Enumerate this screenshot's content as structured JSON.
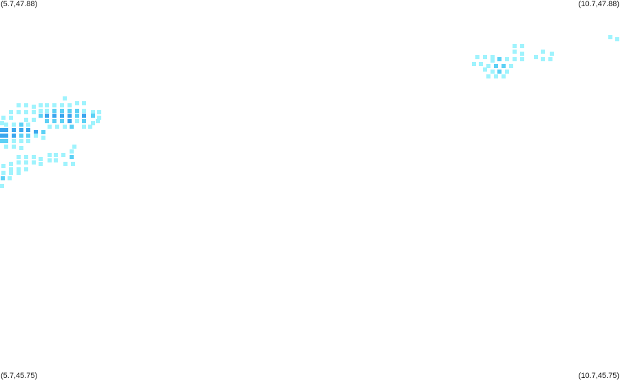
{
  "corner_labels": {
    "top_left": "(5.7,47.88)",
    "top_right": "(10.7,47.88)",
    "bottom_left": "(5.7,45.75)",
    "bottom_right": "(10.7,45.75)"
  },
  "colors": {
    "low": "#9ff3fd",
    "mid": "#5cd0f5",
    "high": "#3aa6ee"
  },
  "chart_data": {
    "type": "heatmap",
    "xlim": [
      5.7,
      10.7
    ],
    "ylim": [
      45.75,
      47.88
    ],
    "intensity_levels": [
      "low",
      "mid",
      "high"
    ],
    "points": [
      {
        "lon": 5.85,
        "lat": 47.29,
        "level": "low"
      },
      {
        "lon": 5.91,
        "lat": 47.29,
        "level": "low"
      },
      {
        "lon": 5.97,
        "lat": 47.28,
        "level": "low"
      },
      {
        "lon": 5.79,
        "lat": 47.25,
        "level": "low"
      },
      {
        "lon": 5.85,
        "lat": 47.25,
        "level": "low"
      },
      {
        "lon": 5.91,
        "lat": 47.25,
        "level": "low"
      },
      {
        "lon": 5.97,
        "lat": 47.25,
        "level": "low"
      },
      {
        "lon": 5.73,
        "lat": 47.22,
        "level": "low"
      },
      {
        "lon": 5.79,
        "lat": 47.22,
        "level": "low"
      },
      {
        "lon": 5.91,
        "lat": 47.21,
        "level": "low"
      },
      {
        "lon": 5.97,
        "lat": 47.21,
        "level": "low"
      },
      {
        "lon": 5.7,
        "lat": 47.19,
        "level": "low"
      },
      {
        "lon": 5.75,
        "lat": 47.18,
        "level": "low"
      },
      {
        "lon": 5.81,
        "lat": 47.18,
        "level": "low"
      },
      {
        "lon": 5.87,
        "lat": 47.18,
        "level": "mid"
      },
      {
        "lon": 5.93,
        "lat": 47.18,
        "level": "low"
      },
      {
        "lon": 5.7,
        "lat": 47.15,
        "level": "high"
      },
      {
        "lon": 5.75,
        "lat": 47.15,
        "level": "high"
      },
      {
        "lon": 5.81,
        "lat": 47.15,
        "level": "high"
      },
      {
        "lon": 5.87,
        "lat": 47.15,
        "level": "high"
      },
      {
        "lon": 5.93,
        "lat": 47.15,
        "level": "high"
      },
      {
        "lon": 5.99,
        "lat": 47.14,
        "level": "high"
      },
      {
        "lon": 6.05,
        "lat": 47.14,
        "level": "mid"
      },
      {
        "lon": 5.7,
        "lat": 47.12,
        "level": "high"
      },
      {
        "lon": 5.75,
        "lat": 47.12,
        "level": "high"
      },
      {
        "lon": 5.81,
        "lat": 47.12,
        "level": "high"
      },
      {
        "lon": 5.87,
        "lat": 47.12,
        "level": "mid"
      },
      {
        "lon": 5.93,
        "lat": 47.12,
        "level": "mid"
      },
      {
        "lon": 5.99,
        "lat": 47.12,
        "level": "low"
      },
      {
        "lon": 6.05,
        "lat": 47.11,
        "level": "low"
      },
      {
        "lon": 5.7,
        "lat": 47.09,
        "level": "mid"
      },
      {
        "lon": 5.75,
        "lat": 47.09,
        "level": "mid"
      },
      {
        "lon": 5.81,
        "lat": 47.09,
        "level": "low"
      },
      {
        "lon": 5.87,
        "lat": 47.09,
        "level": "low"
      },
      {
        "lon": 5.93,
        "lat": 47.09,
        "level": "low"
      },
      {
        "lon": 5.75,
        "lat": 47.06,
        "level": "low"
      },
      {
        "lon": 5.81,
        "lat": 47.06,
        "level": "low"
      },
      {
        "lon": 5.87,
        "lat": 47.05,
        "level": "low"
      },
      {
        "lon": 6.03,
        "lat": 47.29,
        "level": "low"
      },
      {
        "lon": 6.08,
        "lat": 47.29,
        "level": "low"
      },
      {
        "lon": 6.14,
        "lat": 47.29,
        "level": "low"
      },
      {
        "lon": 6.2,
        "lat": 47.29,
        "level": "low"
      },
      {
        "lon": 6.26,
        "lat": 47.29,
        "level": "low"
      },
      {
        "lon": 6.03,
        "lat": 47.26,
        "level": "low"
      },
      {
        "lon": 6.08,
        "lat": 47.26,
        "level": "low"
      },
      {
        "lon": 6.14,
        "lat": 47.26,
        "level": "mid"
      },
      {
        "lon": 6.2,
        "lat": 47.26,
        "level": "mid"
      },
      {
        "lon": 6.26,
        "lat": 47.26,
        "level": "mid"
      },
      {
        "lon": 6.03,
        "lat": 47.23,
        "level": "mid"
      },
      {
        "lon": 6.08,
        "lat": 47.23,
        "level": "high"
      },
      {
        "lon": 6.14,
        "lat": 47.23,
        "level": "high"
      },
      {
        "lon": 6.2,
        "lat": 47.23,
        "level": "high"
      },
      {
        "lon": 6.26,
        "lat": 47.23,
        "level": "high"
      },
      {
        "lon": 6.08,
        "lat": 47.2,
        "level": "mid"
      },
      {
        "lon": 6.14,
        "lat": 47.2,
        "level": "mid"
      },
      {
        "lon": 6.2,
        "lat": 47.2,
        "level": "mid"
      },
      {
        "lon": 6.26,
        "lat": 47.2,
        "level": "high"
      },
      {
        "lon": 6.1,
        "lat": 47.17,
        "level": "low"
      },
      {
        "lon": 6.16,
        "lat": 47.17,
        "level": "low"
      },
      {
        "lon": 6.22,
        "lat": 47.17,
        "level": "low"
      },
      {
        "lon": 6.28,
        "lat": 47.17,
        "level": "mid"
      },
      {
        "lon": 6.32,
        "lat": 47.3,
        "level": "low"
      },
      {
        "lon": 6.38,
        "lat": 47.3,
        "level": "low"
      },
      {
        "lon": 6.32,
        "lat": 47.26,
        "level": "mid"
      },
      {
        "lon": 6.38,
        "lat": 47.26,
        "level": "low"
      },
      {
        "lon": 6.45,
        "lat": 47.25,
        "level": "low"
      },
      {
        "lon": 6.5,
        "lat": 47.25,
        "level": "low"
      },
      {
        "lon": 6.32,
        "lat": 47.23,
        "level": "mid"
      },
      {
        "lon": 6.38,
        "lat": 47.23,
        "level": "high"
      },
      {
        "lon": 6.45,
        "lat": 47.23,
        "level": "mid"
      },
      {
        "lon": 6.5,
        "lat": 47.22,
        "level": "low"
      },
      {
        "lon": 6.32,
        "lat": 47.2,
        "level": "low"
      },
      {
        "lon": 6.38,
        "lat": 47.2,
        "level": "mid"
      },
      {
        "lon": 6.45,
        "lat": 47.19,
        "level": "low"
      },
      {
        "lon": 6.38,
        "lat": 47.17,
        "level": "low"
      },
      {
        "lon": 6.43,
        "lat": 47.17,
        "level": "low"
      },
      {
        "lon": 6.49,
        "lat": 47.2,
        "level": "low"
      },
      {
        "lon": 6.22,
        "lat": 47.33,
        "level": "low"
      },
      {
        "lon": 5.85,
        "lat": 47.0,
        "level": "low"
      },
      {
        "lon": 5.91,
        "lat": 47.0,
        "level": "low"
      },
      {
        "lon": 5.97,
        "lat": 47.0,
        "level": "low"
      },
      {
        "lon": 6.03,
        "lat": 46.99,
        "level": "low"
      },
      {
        "lon": 6.1,
        "lat": 47.01,
        "level": "low"
      },
      {
        "lon": 6.15,
        "lat": 47.01,
        "level": "low"
      },
      {
        "lon": 6.21,
        "lat": 47.01,
        "level": "low"
      },
      {
        "lon": 6.28,
        "lat": 47.03,
        "level": "low"
      },
      {
        "lon": 5.85,
        "lat": 46.97,
        "level": "low"
      },
      {
        "lon": 5.91,
        "lat": 46.97,
        "level": "low"
      },
      {
        "lon": 5.97,
        "lat": 46.97,
        "level": "low"
      },
      {
        "lon": 6.03,
        "lat": 46.96,
        "level": "low"
      },
      {
        "lon": 6.1,
        "lat": 46.98,
        "level": "low"
      },
      {
        "lon": 6.15,
        "lat": 46.98,
        "level": "low"
      },
      {
        "lon": 6.28,
        "lat": 47.0,
        "level": "mid"
      },
      {
        "lon": 5.79,
        "lat": 46.96,
        "level": "low"
      },
      {
        "lon": 5.73,
        "lat": 46.95,
        "level": "low"
      },
      {
        "lon": 5.79,
        "lat": 46.93,
        "level": "low"
      },
      {
        "lon": 5.85,
        "lat": 46.93,
        "level": "low"
      },
      {
        "lon": 5.91,
        "lat": 46.93,
        "level": "low"
      },
      {
        "lon": 6.23,
        "lat": 46.96,
        "level": "low"
      },
      {
        "lon": 6.29,
        "lat": 46.96,
        "level": "low"
      },
      {
        "lon": 5.73,
        "lat": 46.91,
        "level": "low"
      },
      {
        "lon": 5.79,
        "lat": 46.91,
        "level": "low"
      },
      {
        "lon": 5.85,
        "lat": 46.91,
        "level": "low"
      },
      {
        "lon": 5.72,
        "lat": 46.88,
        "level": "mid"
      },
      {
        "lon": 5.78,
        "lat": 46.88,
        "level": "low"
      },
      {
        "lon": 5.7,
        "lat": 46.84,
        "level": "low"
      },
      {
        "lon": 6.3,
        "lat": 47.06,
        "level": "low"
      },
      {
        "lon": 9.55,
        "lat": 47.56,
        "level": "low"
      },
      {
        "lon": 9.61,
        "lat": 47.56,
        "level": "low"
      },
      {
        "lon": 9.67,
        "lat": 47.56,
        "level": "low"
      },
      {
        "lon": 9.52,
        "lat": 47.52,
        "level": "low"
      },
      {
        "lon": 9.58,
        "lat": 47.52,
        "level": "low"
      },
      {
        "lon": 9.64,
        "lat": 47.51,
        "level": "low"
      },
      {
        "lon": 9.7,
        "lat": 47.51,
        "level": "mid"
      },
      {
        "lon": 9.76,
        "lat": 47.51,
        "level": "mid"
      },
      {
        "lon": 9.82,
        "lat": 47.51,
        "level": "low"
      },
      {
        "lon": 9.61,
        "lat": 47.49,
        "level": "low"
      },
      {
        "lon": 9.67,
        "lat": 47.48,
        "level": "low"
      },
      {
        "lon": 9.73,
        "lat": 47.48,
        "level": "mid"
      },
      {
        "lon": 9.79,
        "lat": 47.48,
        "level": "low"
      },
      {
        "lon": 9.64,
        "lat": 47.45,
        "level": "low"
      },
      {
        "lon": 9.7,
        "lat": 47.45,
        "level": "low"
      },
      {
        "lon": 9.76,
        "lat": 47.45,
        "level": "low"
      },
      {
        "lon": 9.67,
        "lat": 47.54,
        "level": "low"
      },
      {
        "lon": 9.73,
        "lat": 47.55,
        "level": "mid"
      },
      {
        "lon": 9.79,
        "lat": 47.55,
        "level": "low"
      },
      {
        "lon": 9.85,
        "lat": 47.55,
        "level": "low"
      },
      {
        "lon": 9.91,
        "lat": 47.55,
        "level": "low"
      },
      {
        "lon": 9.85,
        "lat": 47.59,
        "level": "low"
      },
      {
        "lon": 9.91,
        "lat": 47.58,
        "level": "low"
      },
      {
        "lon": 9.85,
        "lat": 47.62,
        "level": "low"
      },
      {
        "lon": 9.91,
        "lat": 47.62,
        "level": "low"
      },
      {
        "lon": 10.02,
        "lat": 47.56,
        "level": "low"
      },
      {
        "lon": 10.08,
        "lat": 47.55,
        "level": "low"
      },
      {
        "lon": 10.14,
        "lat": 47.55,
        "level": "low"
      },
      {
        "lon": 10.08,
        "lat": 47.59,
        "level": "low"
      },
      {
        "lon": 10.15,
        "lat": 47.58,
        "level": "low"
      },
      {
        "lon": 10.62,
        "lat": 47.67,
        "level": "low"
      },
      {
        "lon": 10.68,
        "lat": 47.66,
        "level": "low"
      }
    ]
  }
}
